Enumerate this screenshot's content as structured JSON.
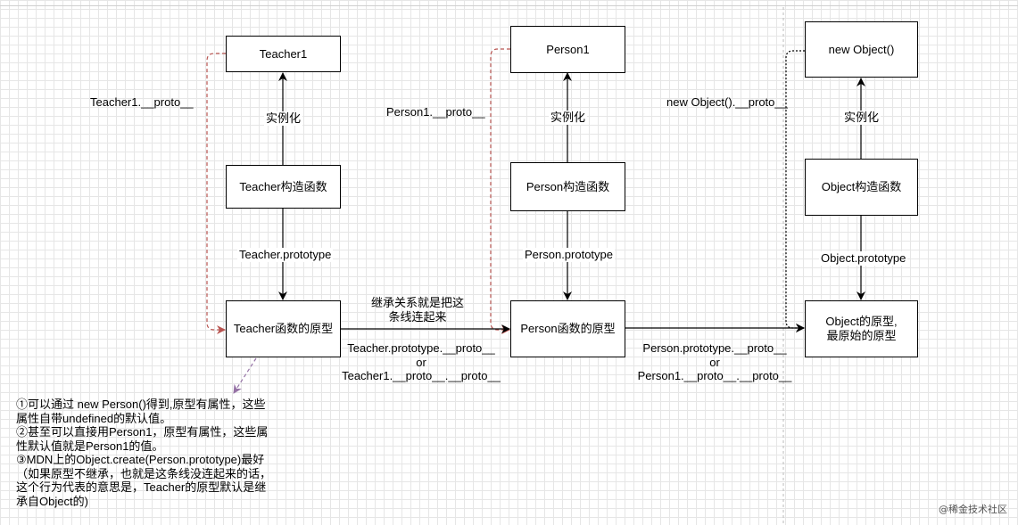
{
  "nodes": {
    "teacher1": "Teacher1",
    "teacher_ctor": "Teacher构造函数",
    "teacher_proto": "Teacher函数的原型",
    "person1": "Person1",
    "person_ctor": "Person构造函数",
    "person_proto": "Person函数的原型",
    "new_object": "new Object()",
    "object_ctor": "Object构造函数",
    "object_proto": "Object的原型,\n最原始的原型"
  },
  "labels": {
    "teacher1_proto": "Teacher1.__proto__",
    "teacher_instantiate": "实例化",
    "teacher_prototype": "Teacher.prototype",
    "person1_proto": "Person1.__proto__",
    "person_instantiate": "实例化",
    "person_prototype": "Person.prototype",
    "new_object_proto": "new Object().__proto__",
    "object_instantiate": "实例化",
    "object_prototype": "Object.prototype",
    "inherit_note": "继承关系就是把这\n条线连起来",
    "teacher_chain_1": "Teacher.prototype.__proto__",
    "teacher_chain_or": "or",
    "teacher_chain_2": "Teacher1.__proto__.__proto__",
    "person_chain_1": "Person.prototype.__proto__",
    "person_chain_or": "or",
    "person_chain_2": "Person1.__proto__.__proto__"
  },
  "note": "①可以通过 new Person()得到,原型有属性，这些\n属性自带undefined的默认值。\n②甚至可以直接用Person1，原型有属性，这些属\n性默认值就是Person1的值。\n③MDN上的Object.create(Person.prototype)最好\n（如果原型不继承，也就是这条线没连起来的话，\n这个行为代表的意思是，Teacher的原型默认是继\n承自Object的)",
  "watermark": "@稀金技术社区",
  "colors": {
    "dashed_red": "#b85450",
    "dashed_purple": "#9673a6",
    "solid": "#000000"
  }
}
